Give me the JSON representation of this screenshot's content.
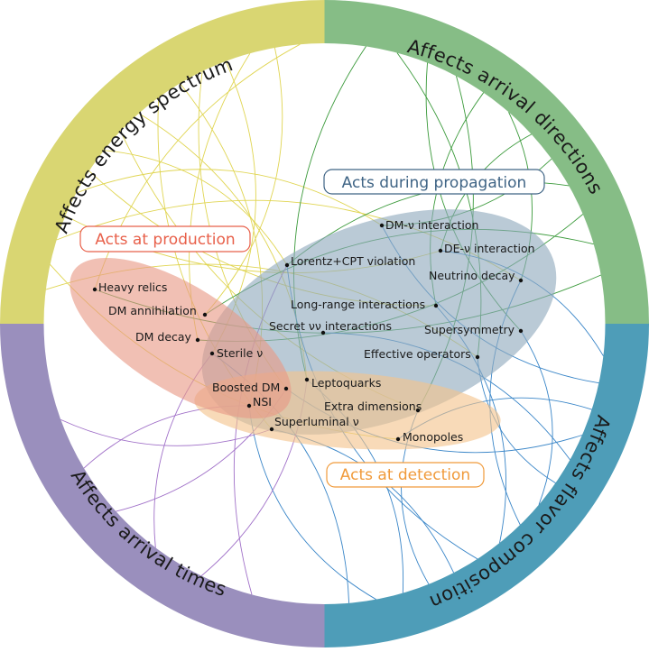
{
  "colors": {
    "energy": "#d9d672",
    "directions": "#86bd86",
    "flavor": "#4e9db8",
    "times": "#9a8fbd",
    "production_fill": "#e89a86",
    "production_text": "#e8604a",
    "propagation_fill": "#90aabd",
    "propagation_text": "#3f6485",
    "detection_fill": "#f3c48c",
    "detection_text": "#f09a3a",
    "line_energy": "#e0d552",
    "line_directions": "#3b9a3b",
    "line_flavor": "#3a86c8",
    "line_times": "#a070c8"
  },
  "quadrants": {
    "energy": "Affects energy spectrum",
    "directions": "Affects arrival directions",
    "flavor": "Affects flavor composition",
    "times": "Affects arrival times"
  },
  "zones": {
    "production": "Acts at production",
    "propagation": "Acts during propagation",
    "detection": "Acts at detection"
  },
  "items": [
    {
      "id": "heavy-relics",
      "label": "Heavy relics"
    },
    {
      "id": "dm-annihilation",
      "label": "DM annihilation"
    },
    {
      "id": "dm-decay",
      "label": "DM decay"
    },
    {
      "id": "sterile-nu",
      "label": "Sterile ν"
    },
    {
      "id": "boosted-dm",
      "label": "Boosted DM"
    },
    {
      "id": "nsi",
      "label": "NSI"
    },
    {
      "id": "superluminal-nu",
      "label": "Superluminal ν"
    },
    {
      "id": "leptoquarks",
      "label": "Leptoquarks"
    },
    {
      "id": "extra-dimensions",
      "label": "Extra dimensions"
    },
    {
      "id": "monopoles",
      "label": "Monopoles"
    },
    {
      "id": "dm-nu-interaction",
      "label": "DM-ν interaction"
    },
    {
      "id": "de-nu-interaction",
      "label": "DE-ν interaction"
    },
    {
      "id": "lorentz-cpt",
      "label": "Lorentz+CPT violation"
    },
    {
      "id": "neutrino-decay",
      "label": "Neutrino decay"
    },
    {
      "id": "long-range",
      "label": "Long-range interactions"
    },
    {
      "id": "secret-nunu",
      "label": "Secret νν interactions"
    },
    {
      "id": "supersymmetry",
      "label": "Supersymmetry"
    },
    {
      "id": "effective-operators",
      "label": "Effective operators"
    }
  ]
}
